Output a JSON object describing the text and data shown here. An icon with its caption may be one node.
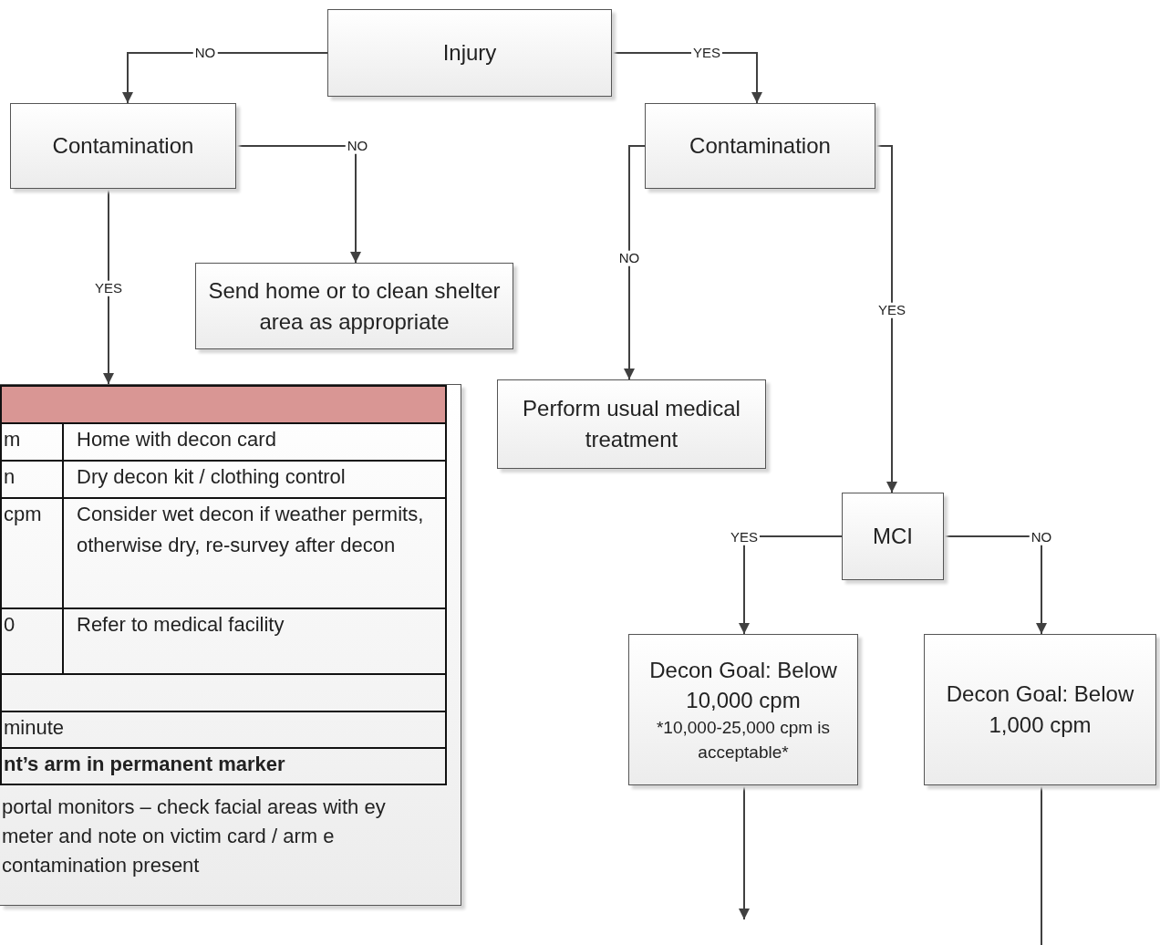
{
  "diagram": {
    "nodes": [
      {
        "text": [
          "Injury"
        ]
      },
      {
        "text": [
          "Contamination"
        ]
      },
      {
        "text": [
          "Contamination"
        ]
      },
      {
        "text": [
          "Send home or to clean shelter area as appropriate"
        ]
      },
      {
        "text": [
          "portal monitors – check facial areas with ey meter and note on victim card / arm e contamination present"
        ]
      },
      {
        "text": [
          "Perform usual medical treatment"
        ]
      },
      {
        "text": [
          "MCI"
        ]
      },
      {
        "text": [
          "Decon Goal: Below 10,000 cpm",
          "*10,000-25,000 cpm is acceptable*"
        ]
      },
      {
        "text": [
          "Decon Goal: Below 1,000 cpm"
        ]
      }
    ],
    "edges": [
      {
        "from": 0,
        "to": 1,
        "arrow": "to",
        "label": "NO"
      },
      {
        "from": 0,
        "to": 2,
        "arrow": "to",
        "label": "YES"
      },
      {
        "from": 1,
        "to": 3,
        "arrow": "to",
        "label": "NO"
      },
      {
        "from": 1,
        "to": 4,
        "arrow": "to",
        "label": "YES"
      },
      {
        "from": 2,
        "to": 5,
        "arrow": "to",
        "label": "NO"
      },
      {
        "from": 2,
        "to": 6,
        "arrow": "to",
        "label": "YES"
      },
      {
        "from": 6,
        "to": 7,
        "arrow": "to",
        "label": "YES"
      },
      {
        "from": 6,
        "to": 8,
        "arrow": "to",
        "label": "NO"
      },
      {
        "from": 7,
        "to": null,
        "arrow": "to"
      },
      {
        "from": 8,
        "to": null,
        "arrow": "none"
      }
    ],
    "labels": [
      "m",
      "Home with decon card",
      "n",
      "Dry decon kit / clothing control",
      "cpm",
      "Consider wet decon if weather permits, otherwise dry, re-survey after decon",
      "0",
      "Refer to medical facility",
      "minute",
      "nt’s arm in permanent marker"
    ]
  }
}
